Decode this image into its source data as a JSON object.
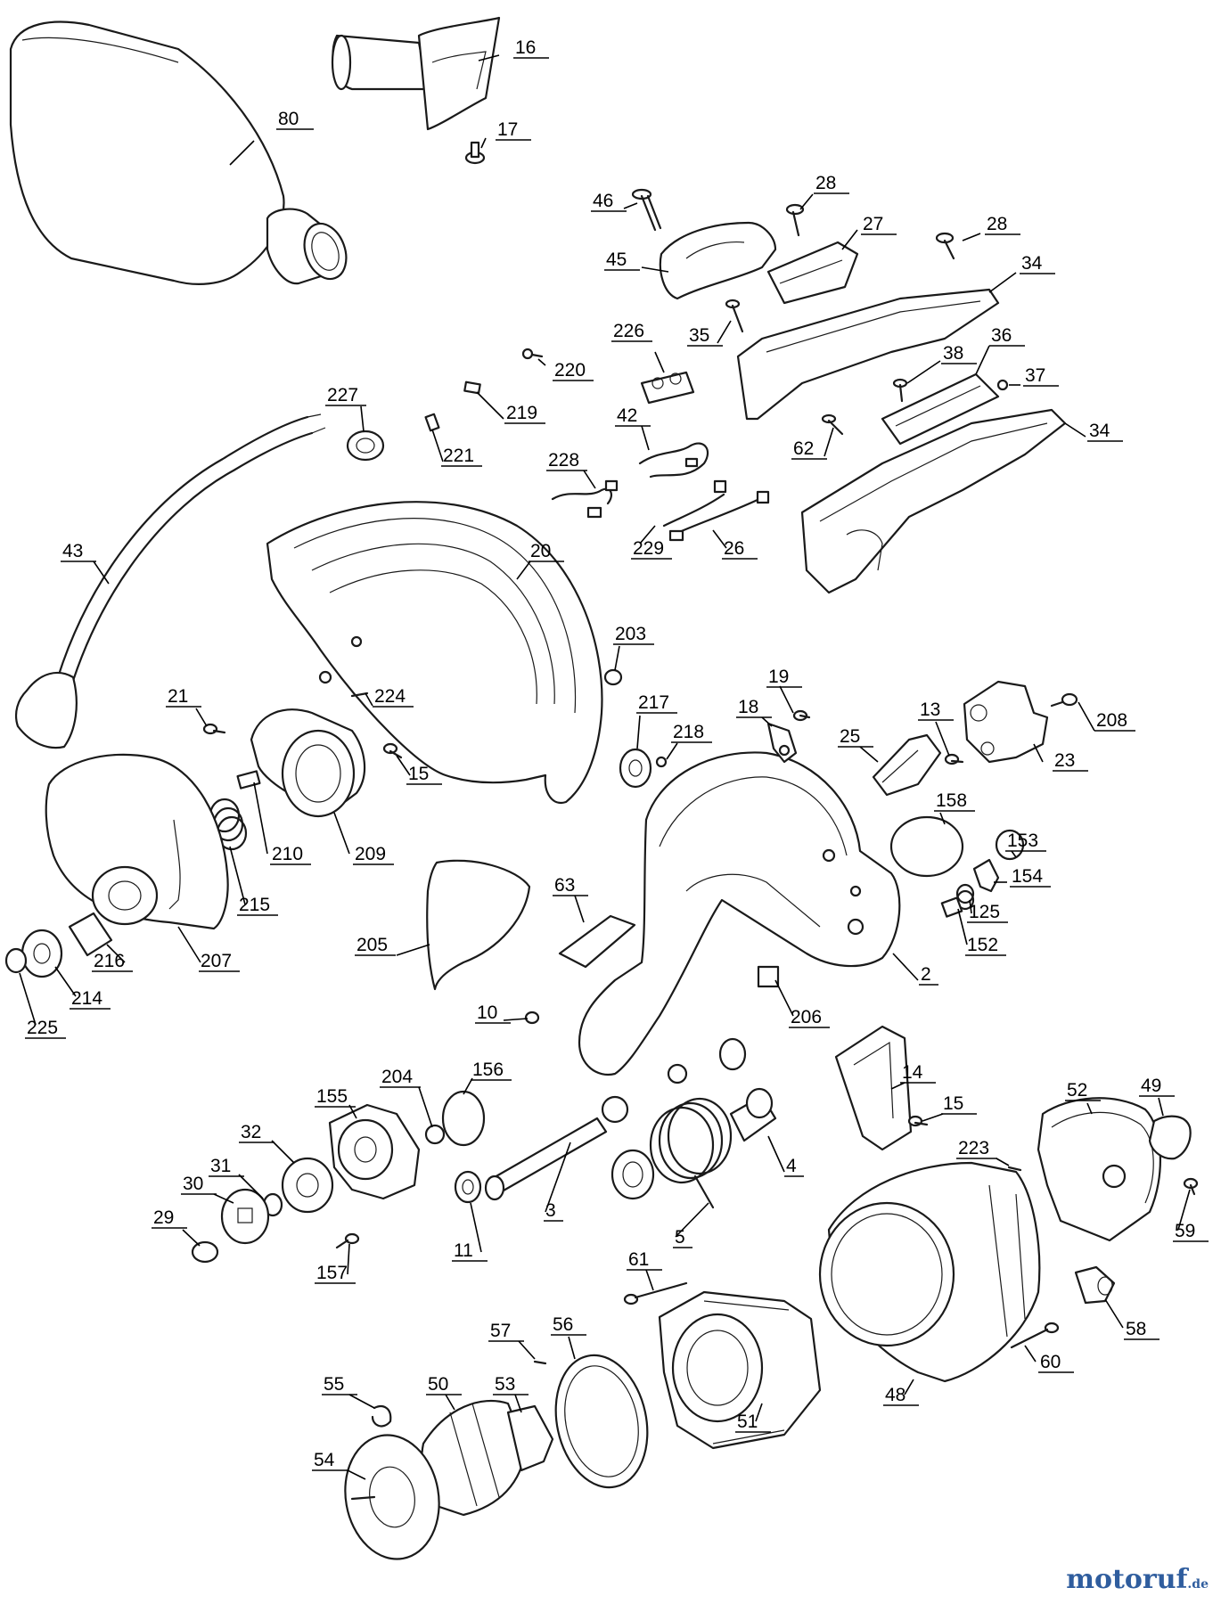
{
  "watermark": {
    "main": "motoruf",
    "tld": ".de",
    "color": "#2f5d9e",
    "accent": "#e08a1e"
  },
  "callouts": [
    {
      "id": "80",
      "label": "80"
    },
    {
      "id": "16",
      "label": "16"
    },
    {
      "id": "17",
      "label": "17"
    },
    {
      "id": "46",
      "label": "46"
    },
    {
      "id": "28a",
      "label": "28"
    },
    {
      "id": "27",
      "label": "27"
    },
    {
      "id": "28b",
      "label": "28"
    },
    {
      "id": "45",
      "label": "45"
    },
    {
      "id": "34a",
      "label": "34"
    },
    {
      "id": "226",
      "label": "226"
    },
    {
      "id": "35",
      "label": "35"
    },
    {
      "id": "220",
      "label": "220"
    },
    {
      "id": "36",
      "label": "36"
    },
    {
      "id": "38",
      "label": "38"
    },
    {
      "id": "37",
      "label": "37"
    },
    {
      "id": "227",
      "label": "227"
    },
    {
      "id": "219",
      "label": "219"
    },
    {
      "id": "42",
      "label": "42"
    },
    {
      "id": "62",
      "label": "62"
    },
    {
      "id": "34b",
      "label": "34"
    },
    {
      "id": "221",
      "label": "221"
    },
    {
      "id": "228",
      "label": "228"
    },
    {
      "id": "229",
      "label": "229"
    },
    {
      "id": "26",
      "label": "26"
    },
    {
      "id": "43",
      "label": "43"
    },
    {
      "id": "20",
      "label": "20"
    },
    {
      "id": "203",
      "label": "203"
    },
    {
      "id": "19",
      "label": "19"
    },
    {
      "id": "21",
      "label": "21"
    },
    {
      "id": "224",
      "label": "224"
    },
    {
      "id": "217",
      "label": "217"
    },
    {
      "id": "18",
      "label": "18"
    },
    {
      "id": "13",
      "label": "13"
    },
    {
      "id": "208",
      "label": "208"
    },
    {
      "id": "218",
      "label": "218"
    },
    {
      "id": "25",
      "label": "25"
    },
    {
      "id": "15a",
      "label": "15"
    },
    {
      "id": "23",
      "label": "23"
    },
    {
      "id": "158",
      "label": "158"
    },
    {
      "id": "210",
      "label": "210"
    },
    {
      "id": "209",
      "label": "209"
    },
    {
      "id": "153",
      "label": "153"
    },
    {
      "id": "154",
      "label": "154"
    },
    {
      "id": "215",
      "label": "215"
    },
    {
      "id": "63",
      "label": "63"
    },
    {
      "id": "125",
      "label": "125"
    },
    {
      "id": "216",
      "label": "216"
    },
    {
      "id": "207",
      "label": "207"
    },
    {
      "id": "205",
      "label": "205"
    },
    {
      "id": "152",
      "label": "152"
    },
    {
      "id": "214",
      "label": "214"
    },
    {
      "id": "2",
      "label": "2"
    },
    {
      "id": "225",
      "label": "225"
    },
    {
      "id": "206",
      "label": "206"
    },
    {
      "id": "10",
      "label": "10"
    },
    {
      "id": "204",
      "label": "204"
    },
    {
      "id": "156",
      "label": "156"
    },
    {
      "id": "14",
      "label": "14"
    },
    {
      "id": "155",
      "label": "155"
    },
    {
      "id": "15b",
      "label": "15"
    },
    {
      "id": "52",
      "label": "52"
    },
    {
      "id": "49",
      "label": "49"
    },
    {
      "id": "32",
      "label": "32"
    },
    {
      "id": "223",
      "label": "223"
    },
    {
      "id": "31",
      "label": "31"
    },
    {
      "id": "4",
      "label": "4"
    },
    {
      "id": "30",
      "label": "30"
    },
    {
      "id": "3",
      "label": "3"
    },
    {
      "id": "59",
      "label": "59"
    },
    {
      "id": "29",
      "label": "29"
    },
    {
      "id": "5",
      "label": "5"
    },
    {
      "id": "11",
      "label": "11"
    },
    {
      "id": "157",
      "label": "157"
    },
    {
      "id": "61",
      "label": "61"
    },
    {
      "id": "58",
      "label": "58"
    },
    {
      "id": "56",
      "label": "56"
    },
    {
      "id": "57",
      "label": "57"
    },
    {
      "id": "60",
      "label": "60"
    },
    {
      "id": "55",
      "label": "55"
    },
    {
      "id": "50",
      "label": "50"
    },
    {
      "id": "53",
      "label": "53"
    },
    {
      "id": "48",
      "label": "48"
    },
    {
      "id": "51",
      "label": "51"
    },
    {
      "id": "54",
      "label": "54"
    }
  ]
}
